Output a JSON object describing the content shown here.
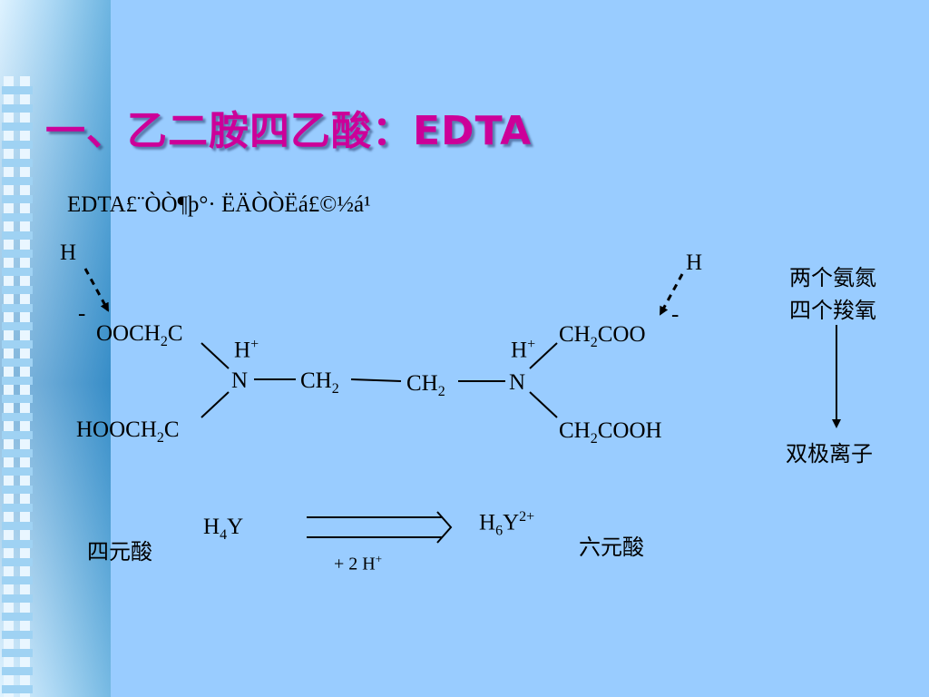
{
  "slide": {
    "title": "一、乙二胺四乙酸：EDTA",
    "subtitle": "EDTA£¨ÒÒ¶þ°· ËÄÒÒËá£©½á¹",
    "structure": {
      "h_left": "H",
      "minus_left": "-",
      "ooch2c_left": "OOCH2C",
      "h_plus_left": "H+",
      "n_left": "N",
      "ch2_a": "CH2",
      "ch2_b": "CH2",
      "n_right": "N",
      "h_plus_right": "H+",
      "ch2coo_right": "CH2COO",
      "minus_right": "-",
      "h_right": "H",
      "hooch2c_left": "HOOCH2C",
      "ch2cooh_right": "CH2COOH"
    },
    "notes": {
      "line1": "两个氨氮",
      "line2": "四个羧氧",
      "result": "双极离子"
    },
    "equation": {
      "reactant": "H4Y",
      "product": "H6Y2+",
      "condition": "+ 2 H+",
      "left_label": "四元酸",
      "right_label": "六元酸"
    }
  }
}
